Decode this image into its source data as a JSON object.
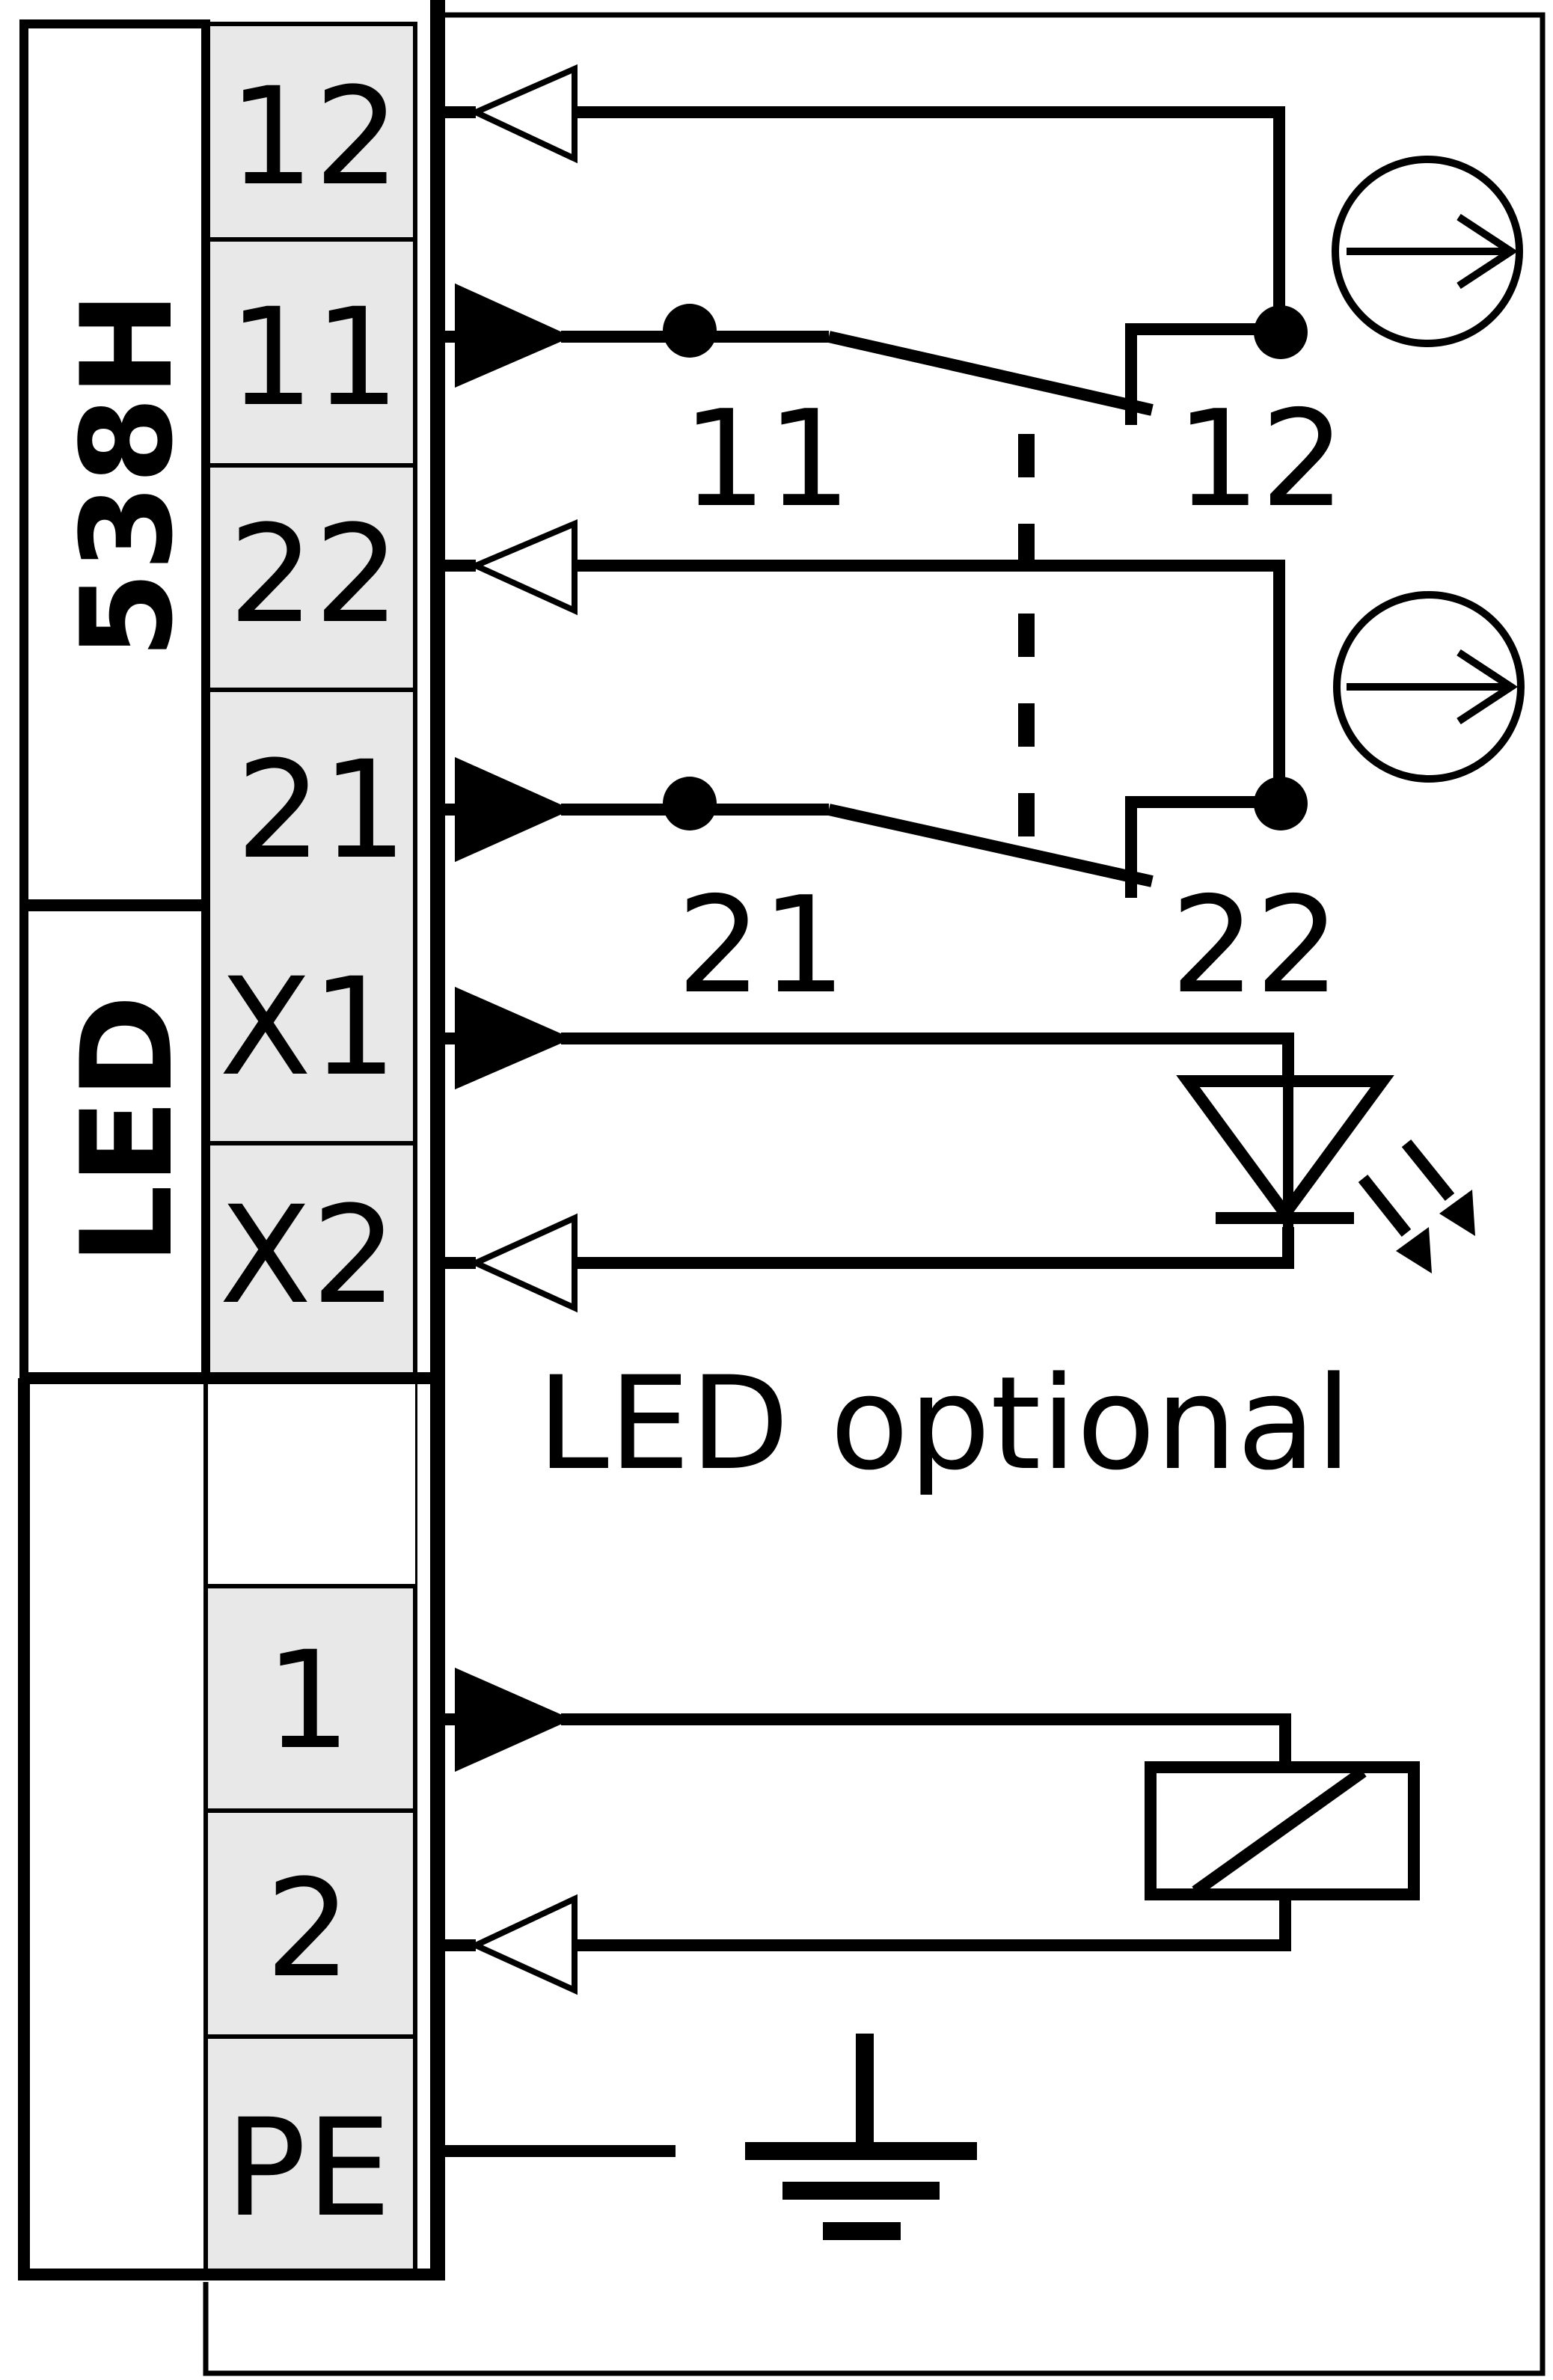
{
  "groups": {
    "switch_group": "538H",
    "led_group": "LED"
  },
  "terminals": [
    "12",
    "11",
    "22",
    "21",
    "X1",
    "X2",
    "1",
    "2",
    "PE"
  ],
  "contacts": {
    "c1_left": "11",
    "c1_right": "12",
    "c2_left": "21",
    "c2_right": "22"
  },
  "notes": {
    "led_optional": "LED optional"
  },
  "colors": {
    "line": "#000000",
    "terminal_fill": "#e8e8e8",
    "background": "#ffffff"
  },
  "icons": {
    "positive_opening": "positive-opening-icon",
    "led": "led-icon",
    "coil": "coil-icon",
    "ground": "ground-icon"
  }
}
